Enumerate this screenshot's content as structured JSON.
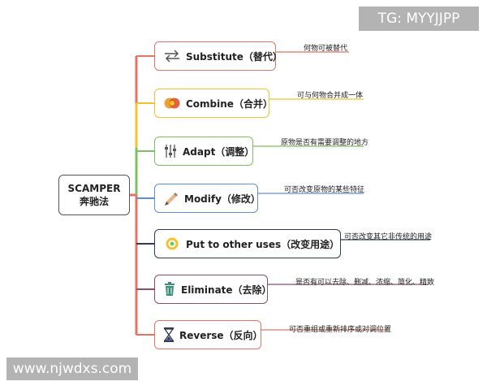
{
  "watermarks": {
    "top": "TG: MYYJJPP",
    "bottom": "www.njwdxs.com"
  },
  "root": {
    "line1": "SCAMPER",
    "line2": "奔驰法"
  },
  "branches": [
    {
      "label": "Substitute（替代）",
      "description": "何物可被替代",
      "color": "#e57368",
      "icon": "swap-arrows-icon"
    },
    {
      "label": "Combine（合并）",
      "description": "可与何物合并成一体",
      "color": "#f2c230",
      "icon": "interlocking-circles-icon"
    },
    {
      "label": "Adapt（调整）",
      "description": "原物是否有需要调整的地方",
      "color": "#7fbf5f",
      "icon": "sliders-icon"
    },
    {
      "label": "Modify（修改）",
      "description": "可否改变原物的某些特征",
      "color": "#5b8fd6",
      "icon": "edit-brush-icon"
    },
    {
      "label": "Put to other uses（改变用途）",
      "description": "可否改变其它非传统的用途",
      "color": "#2f3a57",
      "icon": "target-ring-icon"
    },
    {
      "label": "Eliminate（去除）",
      "description": "是否有可以去除、删减、浓缩、简化、精致",
      "color": "#8a4f6c",
      "icon": "trash-can-icon"
    },
    {
      "label": "Reverse（反向）",
      "description": "可否重组或重新排序或对调位置",
      "color": "#e57368",
      "icon": "hourglass-icon"
    }
  ]
}
